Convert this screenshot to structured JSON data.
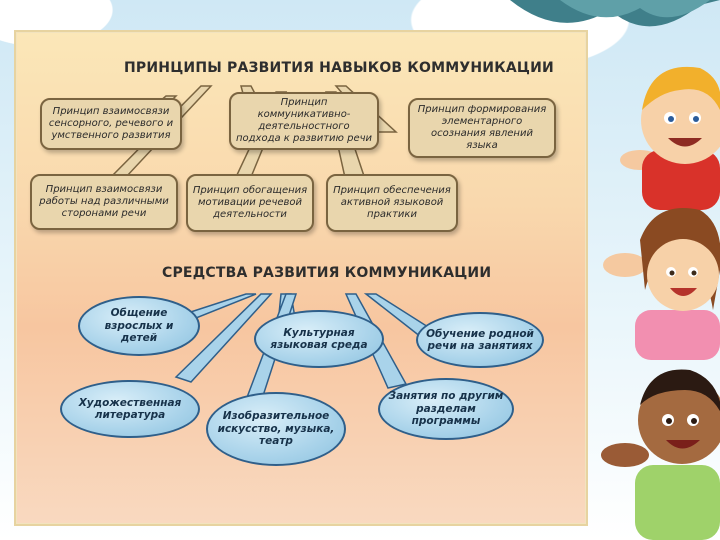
{
  "principles": {
    "title": "ПРИНЦИПЫ РАЗВИТИЯ НАВЫКОВ КОММУНИКАЦИИ",
    "items": [
      "Принцип взаимосвязи сенсорного, речевого и умственного развития",
      "Принцип коммуникативно-деятельностного подхода к развитию речи",
      "Принцип формирования элементарного осознания явлений языка",
      "Принцип взаимосвязи работы над различными сторонами речи",
      "Принцип обогащения мотивации речевой деятельности",
      "Принцип обеспечения активной языковой практики"
    ]
  },
  "means": {
    "title": "СРЕДСТВА РАЗВИТИЯ  КОММУНИКАЦИИ",
    "items": [
      "Общение взрослых и детей",
      "Культурная языковая среда",
      "Обучение родной речи на занятиях",
      "Художественная литература",
      "Изобразительное искусство, музыка, театр",
      "Занятия по другим разделам программы"
    ]
  },
  "colors": {
    "box_fill": "#e9d6ad",
    "oval_fill": "#a9d3ea",
    "slide_bg": "#f9d8ad"
  }
}
